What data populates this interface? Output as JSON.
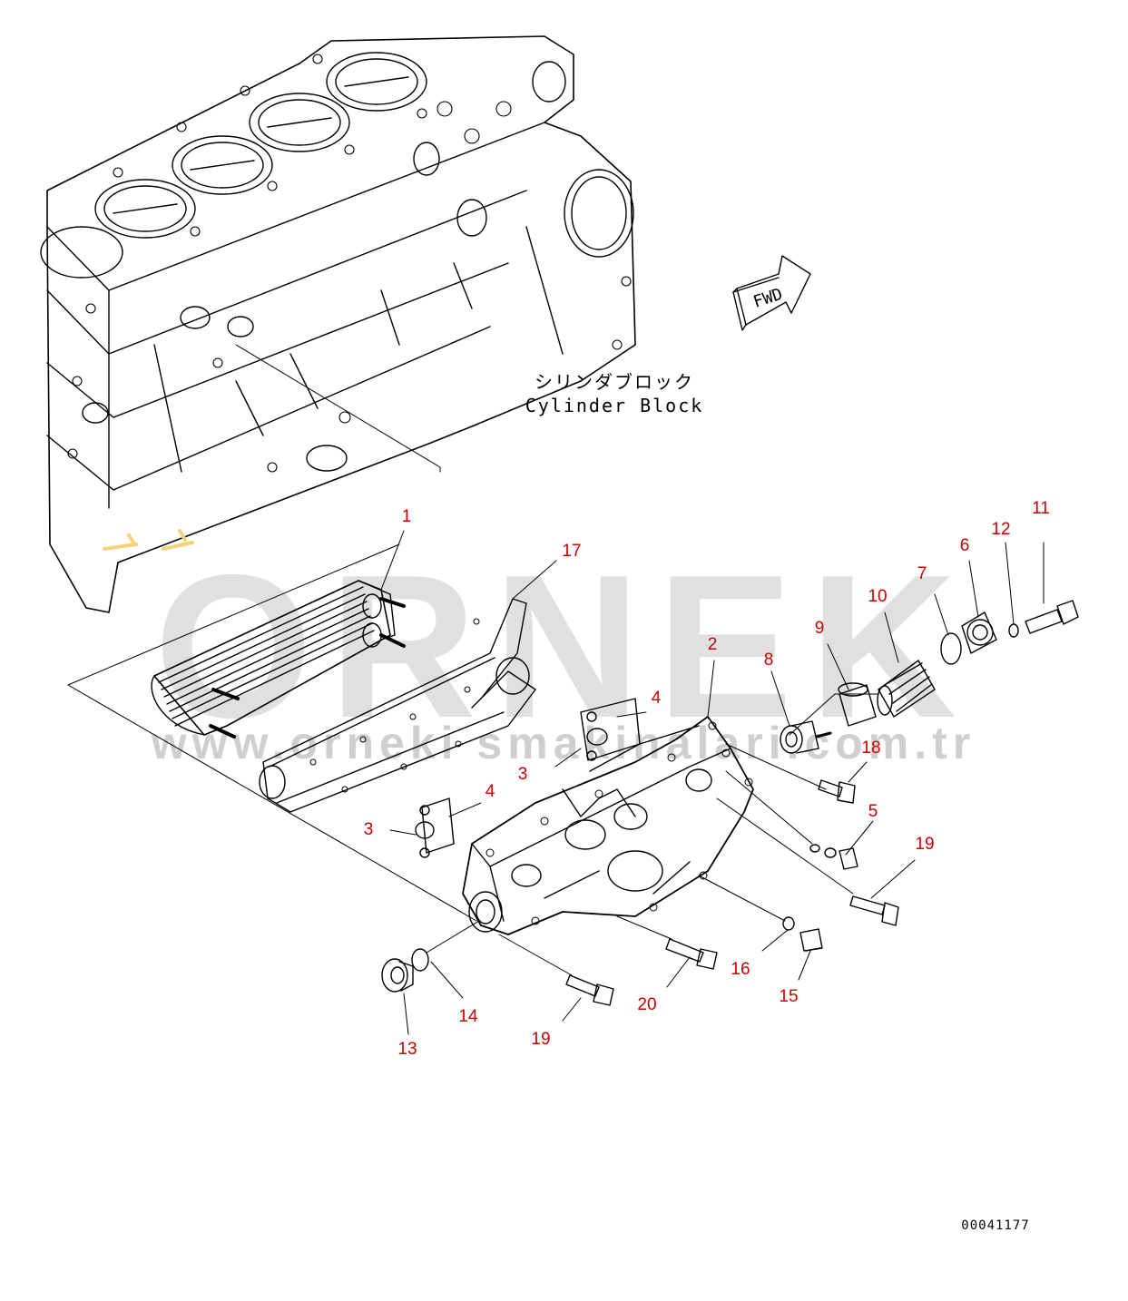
{
  "colors": {
    "line": "#000000",
    "callout": "#cc0000",
    "watermark": "#c8c8c8",
    "accent_marks": "#f2d27a",
    "background": "#ffffff"
  },
  "labels": {
    "cylinder_block_jp": "シリンダブロック",
    "cylinder_block_en": "Cylinder Block",
    "fwd": "FWD",
    "drawing_number": "00041177"
  },
  "watermark": {
    "logo": "ORNEK",
    "site": "www.orneki smakinalari.com.tr"
  },
  "callouts": [
    {
      "id": "c1",
      "text": "1"
    },
    {
      "id": "c2",
      "text": "2"
    },
    {
      "id": "c3a",
      "text": "3"
    },
    {
      "id": "c3b",
      "text": "3"
    },
    {
      "id": "c4a",
      "text": "4"
    },
    {
      "id": "c4b",
      "text": "4"
    },
    {
      "id": "c5",
      "text": "5"
    },
    {
      "id": "c6",
      "text": "6"
    },
    {
      "id": "c7",
      "text": "7"
    },
    {
      "id": "c8",
      "text": "8"
    },
    {
      "id": "c9",
      "text": "9"
    },
    {
      "id": "c10",
      "text": "10"
    },
    {
      "id": "c11",
      "text": "11"
    },
    {
      "id": "c12",
      "text": "12"
    },
    {
      "id": "c13",
      "text": "13"
    },
    {
      "id": "c14",
      "text": "14"
    },
    {
      "id": "c15",
      "text": "15"
    },
    {
      "id": "c16",
      "text": "16"
    },
    {
      "id": "c17",
      "text": "17"
    },
    {
      "id": "c18",
      "text": "18"
    },
    {
      "id": "c19a",
      "text": "19"
    },
    {
      "id": "c19b",
      "text": "19"
    },
    {
      "id": "c20",
      "text": "20"
    }
  ]
}
